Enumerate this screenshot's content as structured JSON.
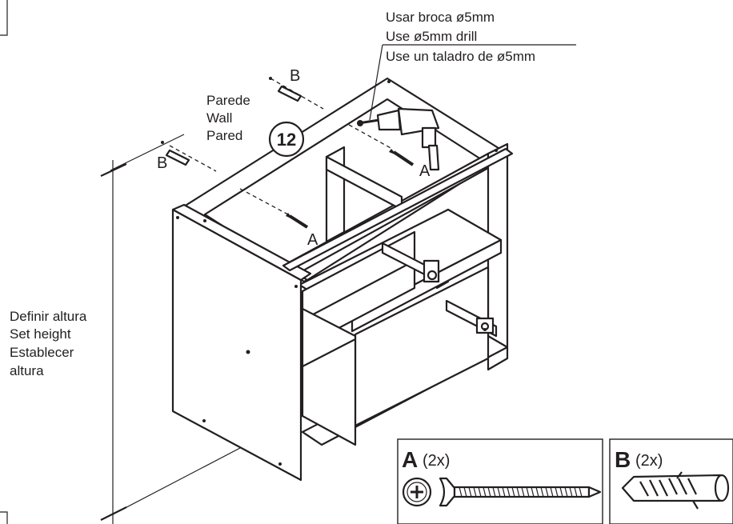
{
  "drill_note": {
    "pt": "Usar broca ø5mm",
    "en": "Use ø5mm drill",
    "es": "Use un taladro de ø5mm"
  },
  "wall_label": {
    "pt": "Parede",
    "en": "Wall",
    "es": "Pared"
  },
  "step_number": "12",
  "height_label": {
    "pt": "Definir altura",
    "en": "Set height",
    "es": "Establecer",
    "es_cont": "altura"
  },
  "fastener_callouts": {
    "screw_left": "A",
    "screw_right": "A",
    "plug_left": "B",
    "plug_top": "B"
  },
  "parts": [
    {
      "letter": "A",
      "quantity": "(2x)",
      "icon": "phillips-screw-icon"
    },
    {
      "letter": "B",
      "quantity": "(2x)",
      "icon": "wall-plug-icon"
    }
  ],
  "colors": {
    "ink": "#231f20",
    "paper": "#ffffff"
  }
}
